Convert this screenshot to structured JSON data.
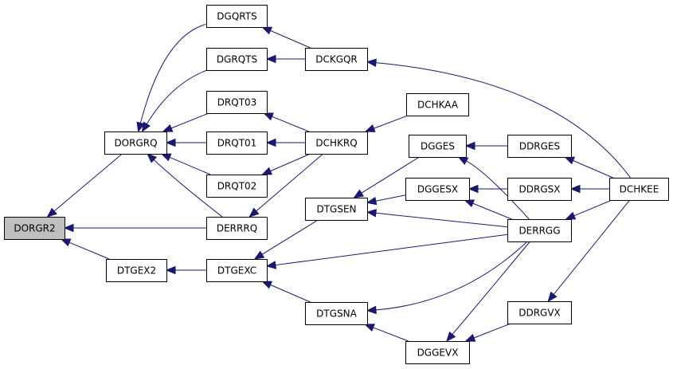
{
  "diagram": {
    "type": "call-graph",
    "colors": {
      "edge": "#191970",
      "root_fill": "#bfbfbf",
      "node_fill": "#ffffff",
      "node_border": "#000000"
    },
    "root": "DORGR2",
    "nodes": [
      "DORGR2",
      "DORGRQ",
      "DTGEX2",
      "DGQRTS",
      "DGRQTS",
      "DRQT03",
      "DRQT01",
      "DRQT02",
      "DERRRQ",
      "DTGEXC",
      "DCKGQR",
      "DCHKRQ",
      "DTGSEN",
      "DTGSNA",
      "DCHKAA",
      "DGGES",
      "DGGESX",
      "DGGEVX",
      "DDRGES",
      "DDRGSX",
      "DERRGG",
      "DDRGVX",
      "DCHKEE"
    ],
    "edges": [
      {
        "from": "DORGRQ",
        "to": "DORGR2"
      },
      {
        "from": "DERRRQ",
        "to": "DORGR2"
      },
      {
        "from": "DTGEX2",
        "to": "DORGR2"
      },
      {
        "from": "DGQRTS",
        "to": "DORGRQ"
      },
      {
        "from": "DGRQTS",
        "to": "DORGRQ"
      },
      {
        "from": "DRQT03",
        "to": "DORGRQ"
      },
      {
        "from": "DRQT01",
        "to": "DORGRQ"
      },
      {
        "from": "DRQT02",
        "to": "DORGRQ"
      },
      {
        "from": "DERRRQ",
        "to": "DORGRQ"
      },
      {
        "from": "DTGEXC",
        "to": "DTGEX2"
      },
      {
        "from": "DCKGQR",
        "to": "DGQRTS"
      },
      {
        "from": "DCKGQR",
        "to": "DGRQTS"
      },
      {
        "from": "DCHKRQ",
        "to": "DRQT03"
      },
      {
        "from": "DCHKRQ",
        "to": "DRQT01"
      },
      {
        "from": "DCHKRQ",
        "to": "DRQT02"
      },
      {
        "from": "DCHKRQ",
        "to": "DERRRQ"
      },
      {
        "from": "DTGSEN",
        "to": "DTGEXC"
      },
      {
        "from": "DTGSNA",
        "to": "DTGEXC"
      },
      {
        "from": "DERRGG",
        "to": "DTGEXC"
      },
      {
        "from": "DCHKAA",
        "to": "DCHKRQ"
      },
      {
        "from": "DCHKEE",
        "to": "DCKGQR"
      },
      {
        "from": "DGGES",
        "to": "DTGSEN"
      },
      {
        "from": "DGGESX",
        "to": "DTGSEN"
      },
      {
        "from": "DERRGG",
        "to": "DTGSEN"
      },
      {
        "from": "DGGEVX",
        "to": "DTGSNA"
      },
      {
        "from": "DERRGG",
        "to": "DTGSNA"
      },
      {
        "from": "DDRGES",
        "to": "DGGES"
      },
      {
        "from": "DERRGG",
        "to": "DGGES"
      },
      {
        "from": "DDRGSX",
        "to": "DGGESX"
      },
      {
        "from": "DERRGG",
        "to": "DGGESX"
      },
      {
        "from": "DDRGVX",
        "to": "DGGEVX"
      },
      {
        "from": "DERRGG",
        "to": "DGGEVX"
      },
      {
        "from": "DCHKEE",
        "to": "DDRGES"
      },
      {
        "from": "DCHKEE",
        "to": "DDRGSX"
      },
      {
        "from": "DCHKEE",
        "to": "DERRGG"
      },
      {
        "from": "DCHKEE",
        "to": "DDRGVX"
      }
    ]
  }
}
